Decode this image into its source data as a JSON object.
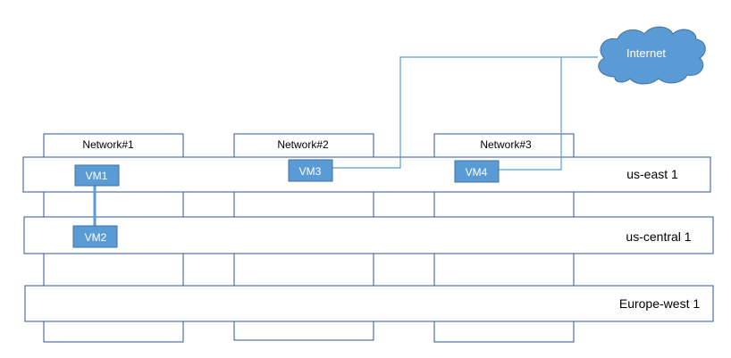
{
  "diagram": {
    "networks": [
      {
        "id": "net1",
        "label": "Network#1"
      },
      {
        "id": "net2",
        "label": "Network#2"
      },
      {
        "id": "net3",
        "label": "Network#3"
      }
    ],
    "regions": [
      {
        "id": "us-east",
        "label": "us-east 1"
      },
      {
        "id": "us-central",
        "label": "us-central 1"
      },
      {
        "id": "europe-west",
        "label": "Europe-west 1"
      }
    ],
    "vms": [
      {
        "id": "vm1",
        "label": "VM1",
        "network": "Network#1",
        "region": "us-east 1"
      },
      {
        "id": "vm2",
        "label": "VM2",
        "network": "Network#1",
        "region": "us-central 1"
      },
      {
        "id": "vm3",
        "label": "VM3",
        "network": "Network#2",
        "region": "us-east 1"
      },
      {
        "id": "vm4",
        "label": "VM4",
        "network": "Network#3",
        "region": "us-east 1"
      }
    ],
    "internet": {
      "label": "Internet"
    },
    "connections": [
      {
        "from": "VM1",
        "to": "VM2"
      },
      {
        "from": "VM3",
        "to": "Internet"
      },
      {
        "from": "VM4",
        "to": "Internet"
      }
    ],
    "colors": {
      "box_stroke": "#2f5597",
      "vm_fill": "#5b9bd5",
      "cloud_fill": "#5b9bd5",
      "link_color": "#5b9bd5"
    }
  }
}
